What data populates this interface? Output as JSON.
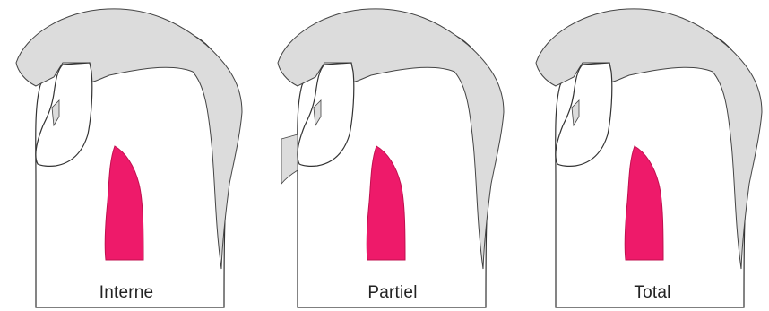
{
  "colors": {
    "background": "#ffffff",
    "tooth_fill": "#ffffff",
    "enamel_band": "#dcdcdc",
    "pulp": "#ee1a6a",
    "outline": "#333333"
  },
  "panels": [
    {
      "id": "interne",
      "label": "Interne"
    },
    {
      "id": "partiel",
      "label": "Partiel"
    },
    {
      "id": "total",
      "label": "Total"
    }
  ]
}
